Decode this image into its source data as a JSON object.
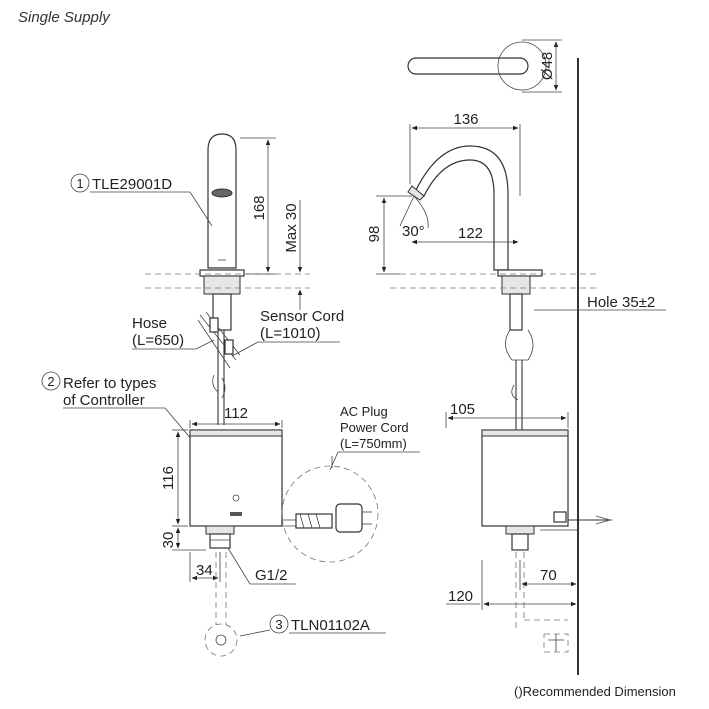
{
  "title": "Single Supply",
  "parts": {
    "faucet": {
      "number": "①",
      "label": "TLE29001D"
    },
    "controller": {
      "number": "②",
      "line1": "Refer to types",
      "line2": "of Controller"
    },
    "valve": {
      "number": "③",
      "label": "TLN01102A"
    }
  },
  "labels": {
    "hose_line1": "Hose",
    "hose_line2": "(L=650)",
    "sensor_line1": "Sensor Cord",
    "sensor_line2": "(L=1010)",
    "ac_line1": "AC Plug",
    "ac_line2": "Power Cord",
    "ac_line3": "(L=750mm)",
    "hole": "Hole 35±2",
    "thread": "G1/2",
    "footnote": "()Recommended Dimension"
  },
  "dimensions": {
    "spout_height": "168",
    "max_deck": "Max 30",
    "diameter": "Ø48",
    "reach": "136",
    "outlet_height": "98",
    "angle": "30°",
    "outlet_offset": "122",
    "box_width": "112",
    "box_height": "116",
    "fitting_height": "30",
    "fitting_offset": "34",
    "box_depth": "105",
    "wall_offset": "70",
    "wall_to_valve": "120"
  }
}
